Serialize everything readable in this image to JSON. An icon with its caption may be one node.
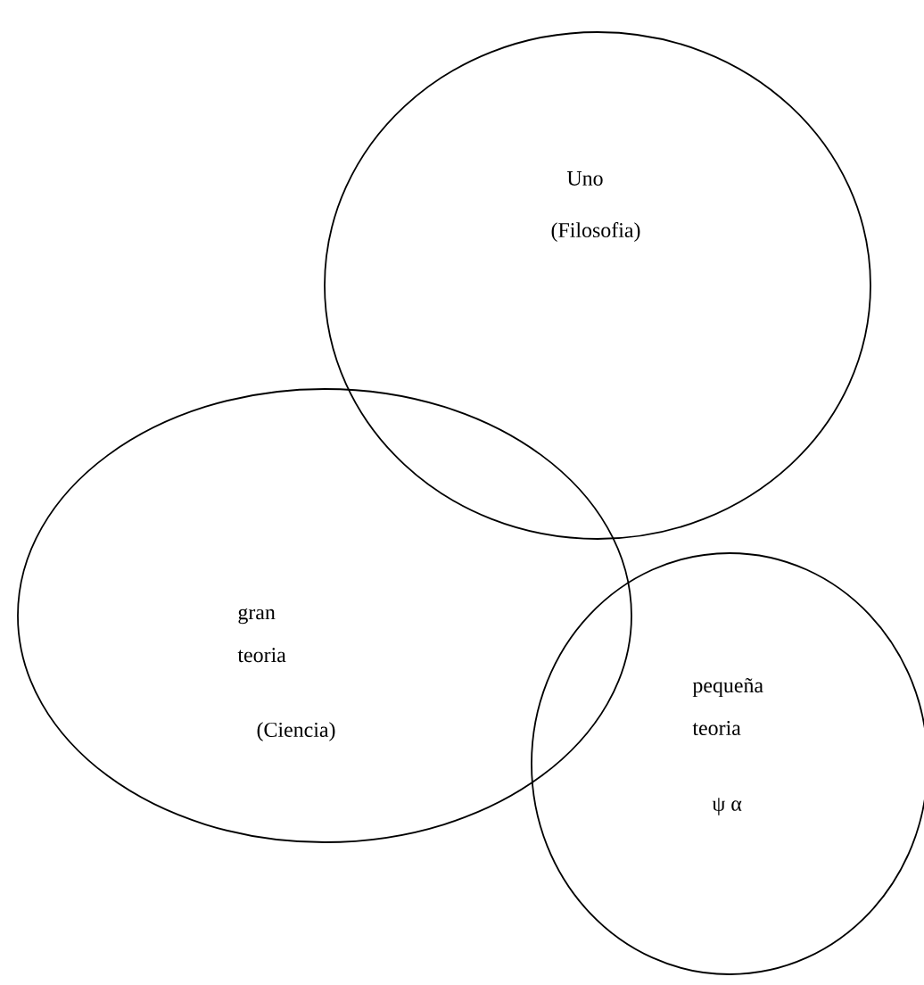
{
  "diagram": {
    "nodes": [
      {
        "text": [
          "Uno",
          "(Filosofia)"
        ]
      },
      {
        "text": [
          "gran teoria",
          "(Ciencia)"
        ]
      },
      {
        "text": [
          "pequeña teoria",
          "ψ α"
        ]
      }
    ]
  }
}
